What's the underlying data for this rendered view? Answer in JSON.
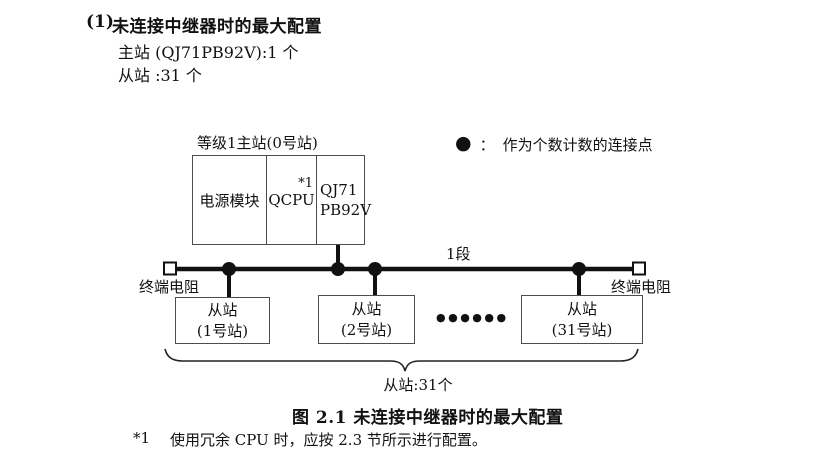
{
  "colors": {
    "background": "#ffffff",
    "text": "#111111",
    "box_border": "#4d4d4d",
    "bus_line": "#111111"
  },
  "header": {
    "index": "(1)",
    "title": "未连接中继器时的最大配置",
    "lines": [
      "主站 (QJ71PB92V):1 个",
      "从站 :31 个"
    ]
  },
  "diagram": {
    "master": {
      "label": "等级1主站(0号站)",
      "modules": [
        {
          "label": "电源模块"
        },
        {
          "label": "QCPU",
          "note": "*1"
        },
        {
          "label": "QJ71",
          "label2": "PB92V"
        }
      ]
    },
    "legend": {
      "marker": "●",
      "colon": "：",
      "label": "作为个数计数的连接点"
    },
    "segment_label": "1段",
    "terminator_left": "终端电阻",
    "terminator_right": "终端电阻",
    "slaves": [
      {
        "line1": "从站",
        "line2": "(1号站)"
      },
      {
        "line1": "从站",
        "line2": "(2号站)"
      },
      {
        "line1": "从站",
        "line2": "(31号站)"
      }
    ],
    "ellipsis": "●●●●●●",
    "brace_label": "从站:31个"
  },
  "caption": "图 2.1 未连接中继器时的最大配置",
  "footnote": {
    "marker": "*1",
    "text": "使用冗余 CPU 时，应按 2.3 节所示进行配置。"
  }
}
